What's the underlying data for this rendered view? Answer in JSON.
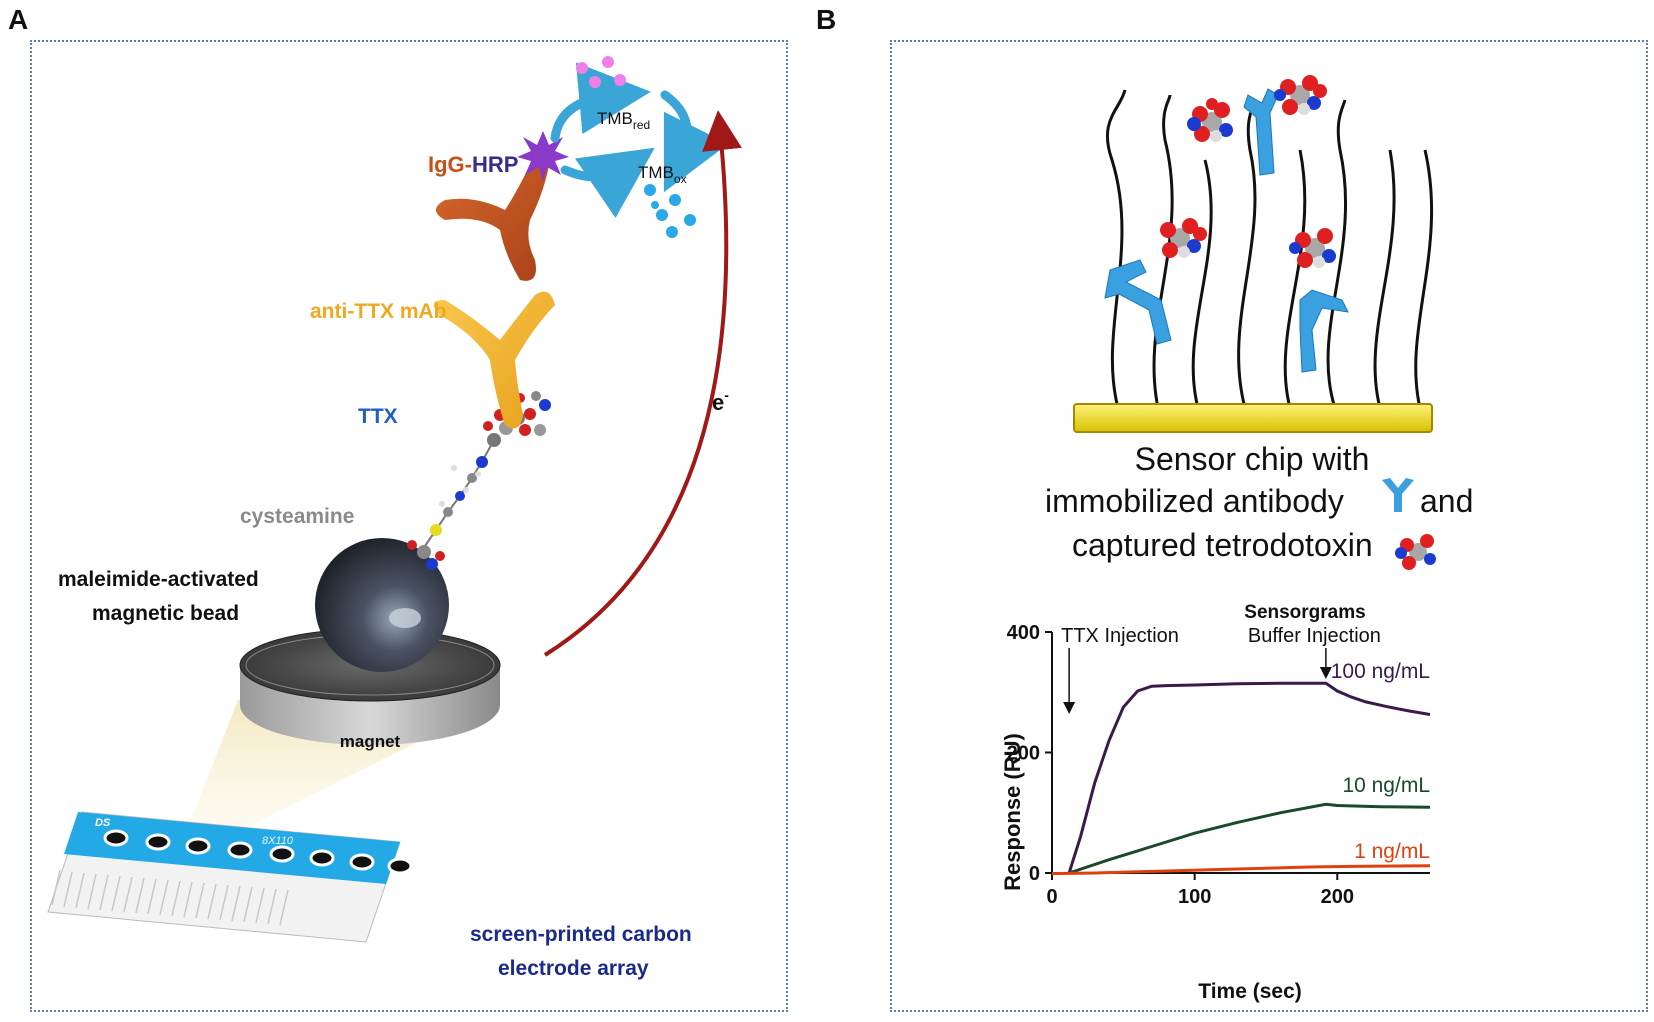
{
  "panels": {
    "a": {
      "letter": "A",
      "labels": {
        "igg": "IgG-",
        "hrp": "HRP",
        "tmb": "TMB",
        "red_sub": "red",
        "ox_sub": "ox",
        "anti_ttx": "anti-TTX mAb",
        "ttx": "TTX",
        "electron": "e",
        "electron_sup": "-",
        "cysteamine": "cysteamine",
        "bead_line1": "maleimide-activated",
        "bead_line2": "magnetic bead",
        "magnet": "magnet",
        "array_line1": "screen-printed carbon",
        "array_line2": "electrode array",
        "array_brand_left": "DS",
        "array_brand_right": "DS",
        "array_model": "8X110"
      },
      "colors": {
        "igg_text": "#c8501a",
        "hrp_text": "#3a2a8a",
        "anti_ttx_text": "#f0a820",
        "ttx_text": "#1f5fc0",
        "cysteamine_text": "#8a8a8a",
        "array_text": "#1a2a8a",
        "electron_arrow": "#a01818",
        "igg_antibody": "#c85a20",
        "mab_antibody": "#f4b730",
        "hrp_enzyme": "#8a3ac8",
        "tmb_arrows": "#3aa6d8",
        "electrode_strip": "#22a9e6"
      }
    },
    "b": {
      "letter": "B",
      "caption_line1": "Sensor chip with",
      "caption_line2a": "immobilized  antibody",
      "caption_line2b": "and",
      "caption_line3": "captured tetrodotoxin",
      "colors": {
        "chip": "#f0d800",
        "antibody": "#3aa0e0",
        "toxin_red": "#e02020",
        "toxin_blue": "#1a3ad0",
        "toxin_gray": "#a8a8a8"
      }
    }
  },
  "chart_data": {
    "type": "line",
    "title": "Sensorgrams",
    "xlabel": "Time (sec)",
    "ylabel": "Response (RU)",
    "xlim": [
      0,
      265
    ],
    "ylim": [
      0,
      400
    ],
    "xticks": [
      0,
      100,
      200
    ],
    "yticks": [
      0,
      200,
      400
    ],
    "annotations": [
      {
        "text": "TTX  Injection",
        "x": 12
      },
      {
        "text": "Buffer  Injection",
        "x": 192
      }
    ],
    "series": [
      {
        "name": "100 ng/mL",
        "color": "#3a1a4a",
        "points": [
          [
            12,
            0
          ],
          [
            20,
            60
          ],
          [
            30,
            150
          ],
          [
            40,
            220
          ],
          [
            50,
            275
          ],
          [
            60,
            302
          ],
          [
            70,
            310
          ],
          [
            80,
            311
          ],
          [
            100,
            312
          ],
          [
            130,
            314
          ],
          [
            160,
            315
          ],
          [
            192,
            315
          ],
          [
            200,
            302
          ],
          [
            210,
            292
          ],
          [
            220,
            284
          ],
          [
            235,
            276
          ],
          [
            250,
            269
          ],
          [
            265,
            263
          ]
        ]
      },
      {
        "name": "10 ng/mL",
        "color": "#1a4a2a",
        "points": [
          [
            12,
            0
          ],
          [
            40,
            22
          ],
          [
            70,
            44
          ],
          [
            100,
            66
          ],
          [
            130,
            84
          ],
          [
            160,
            100
          ],
          [
            192,
            114
          ],
          [
            200,
            112
          ],
          [
            230,
            110
          ],
          [
            265,
            109
          ]
        ]
      },
      {
        "name": "1 ng/mL",
        "color": "#e04010",
        "points": [
          [
            0,
            -1
          ],
          [
            30,
            0
          ],
          [
            60,
            2
          ],
          [
            90,
            4
          ],
          [
            120,
            6
          ],
          [
            150,
            8
          ],
          [
            180,
            10
          ],
          [
            210,
            11
          ],
          [
            265,
            12
          ]
        ]
      }
    ]
  }
}
